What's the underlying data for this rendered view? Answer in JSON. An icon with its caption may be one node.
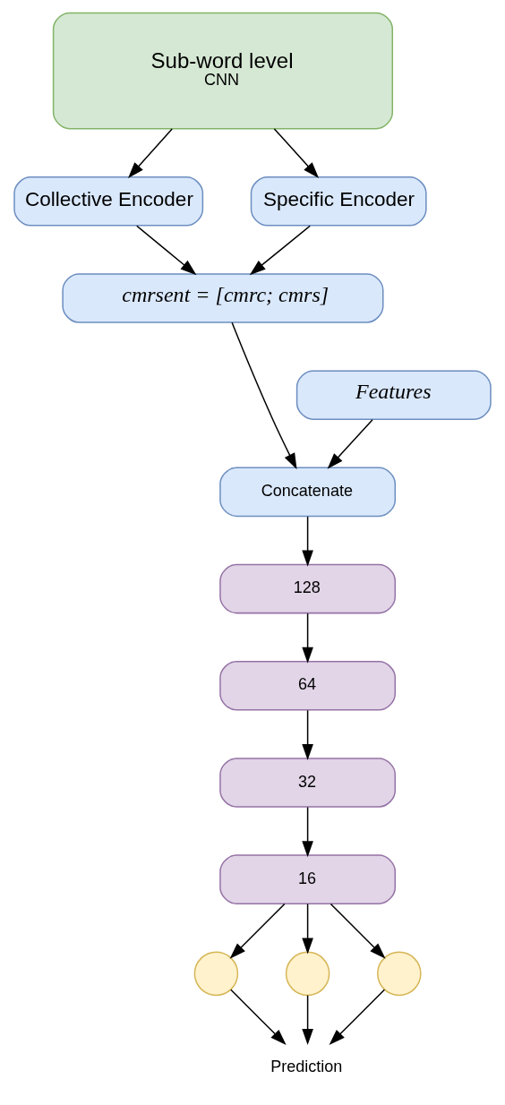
{
  "diagram": {
    "nodes": [
      {
        "text": [
          "Sub-word level",
          "CNN"
        ]
      },
      {
        "text": [
          "Collective Encoder"
        ]
      },
      {
        "text": [
          "Specific Encoder"
        ]
      },
      {
        "text": [
          "cmrsent = [cmrc; cmrs]"
        ]
      },
      {
        "text": [
          "Features"
        ]
      },
      {
        "text": [
          "Concatenate"
        ]
      },
      {
        "text": [
          "128"
        ]
      },
      {
        "text": [
          "64"
        ]
      },
      {
        "text": [
          "32"
        ]
      },
      {
        "text": [
          "16"
        ]
      },
      {
        "text": [],
        "shape": "circle"
      },
      {
        "text": [],
        "shape": "circle"
      },
      {
        "text": [],
        "shape": "circle"
      },
      {
        "text": [
          "Prediction"
        ]
      }
    ],
    "edges": [
      {
        "from": 0,
        "to": 1,
        "arrow": "to"
      },
      {
        "from": 0,
        "to": 2,
        "arrow": "to"
      },
      {
        "from": 1,
        "to": 3,
        "arrow": "to"
      },
      {
        "from": 2,
        "to": 3,
        "arrow": "to"
      },
      {
        "from": 3,
        "to": 5,
        "arrow": "to"
      },
      {
        "from": 4,
        "to": 5,
        "arrow": "to"
      },
      {
        "from": 5,
        "to": 6,
        "arrow": "to"
      },
      {
        "from": 6,
        "to": 7,
        "arrow": "to"
      },
      {
        "from": 7,
        "to": 8,
        "arrow": "to"
      },
      {
        "from": 8,
        "to": 9,
        "arrow": "to"
      },
      {
        "from": 9,
        "to": 10,
        "arrow": "to"
      },
      {
        "from": 9,
        "to": 11,
        "arrow": "to"
      },
      {
        "from": 9,
        "to": 12,
        "arrow": "to"
      },
      {
        "from": 10,
        "to": 13,
        "arrow": "to"
      },
      {
        "from": 11,
        "to": 13,
        "arrow": "to"
      },
      {
        "from": 12,
        "to": 13,
        "arrow": "to"
      }
    ]
  }
}
